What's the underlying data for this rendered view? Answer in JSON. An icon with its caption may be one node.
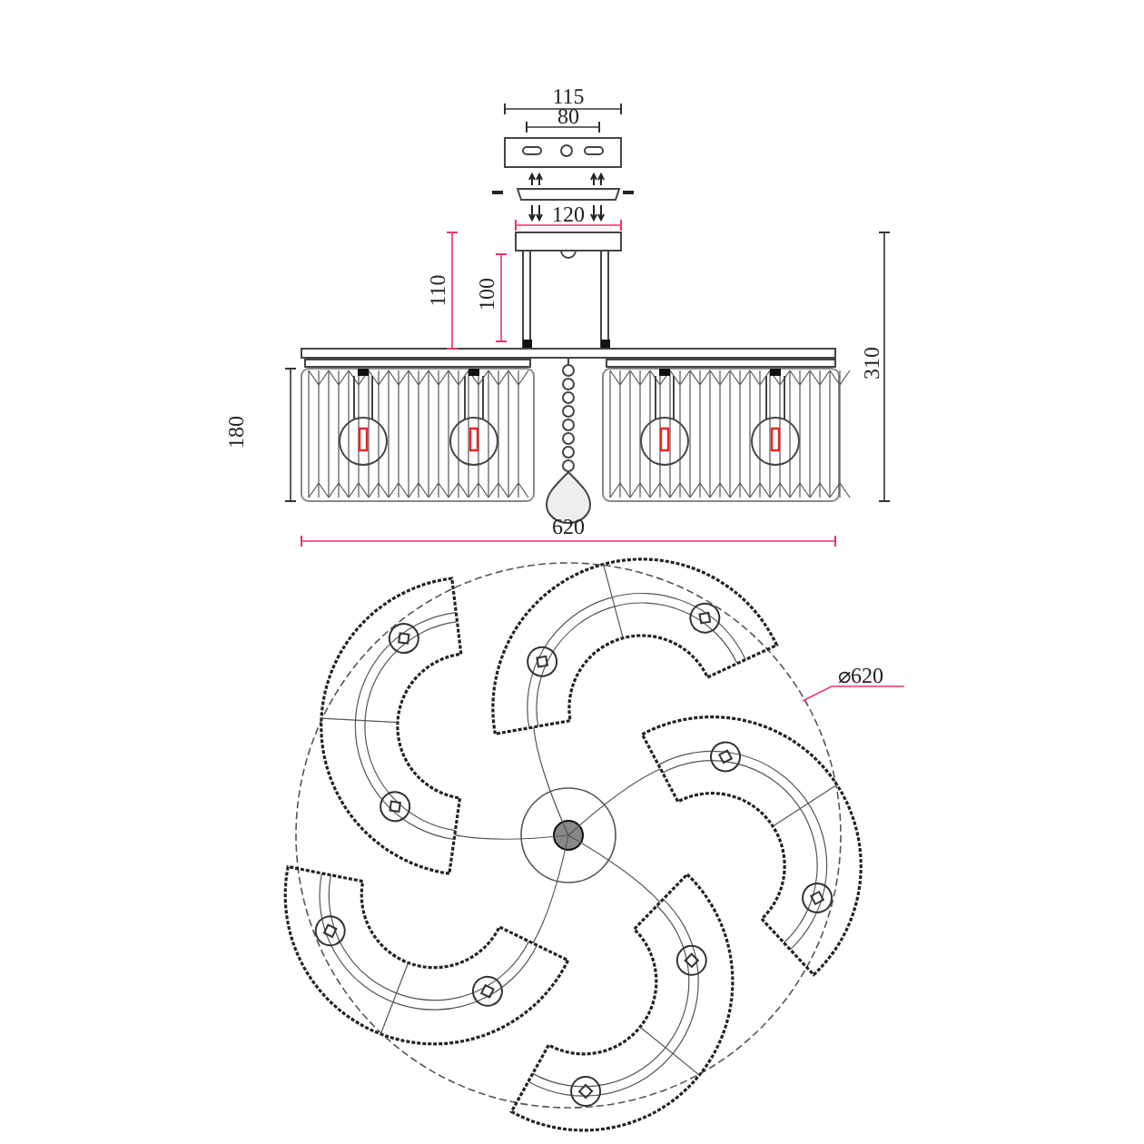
{
  "diagram": {
    "labels": [
      "115",
      "80",
      "120",
      "110",
      "100",
      "310",
      "180",
      "620",
      "⌀620"
    ]
  }
}
